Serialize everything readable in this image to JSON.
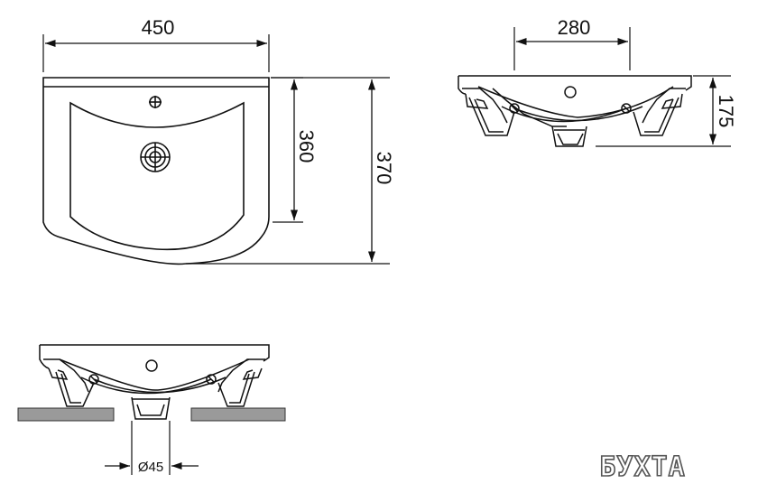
{
  "dimensions": {
    "width_top": "450",
    "depth_inner": "360",
    "depth_total": "370",
    "rear_width": "280",
    "height": "175",
    "drain_diameter": "Ø45"
  },
  "watermark": "БУХТА",
  "colors": {
    "line": "#111111",
    "counter": "#9a9a9a",
    "background": "#ffffff"
  }
}
